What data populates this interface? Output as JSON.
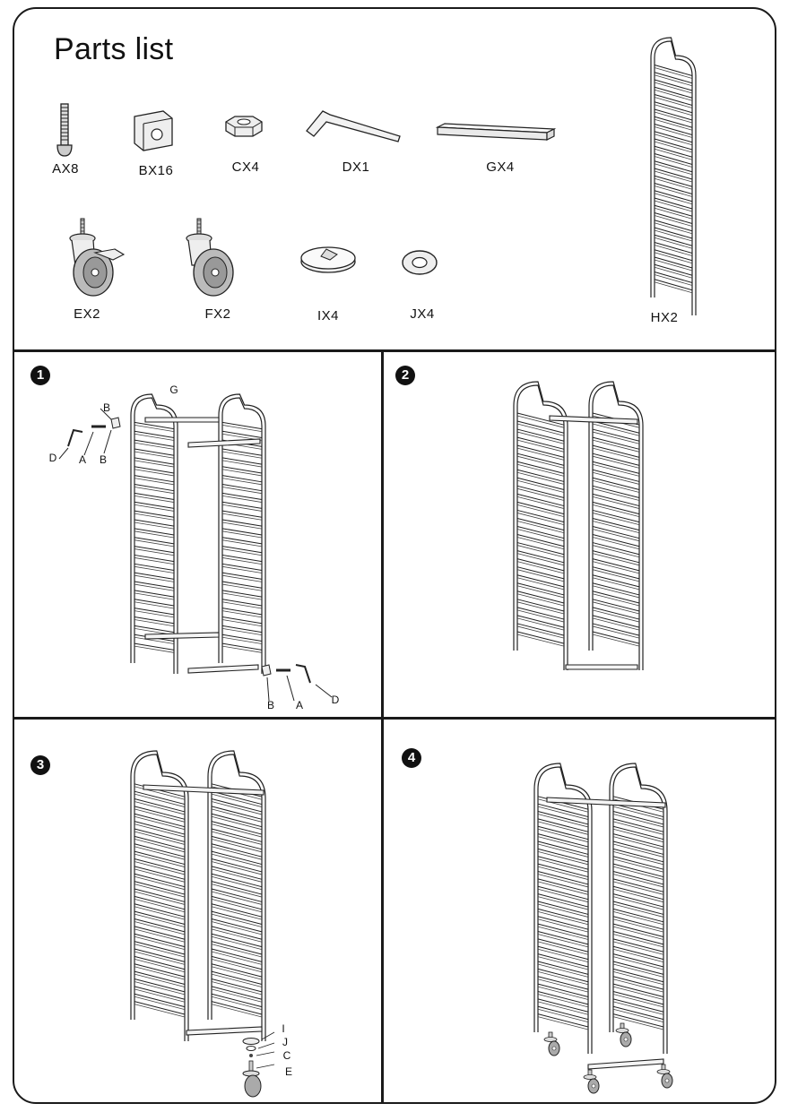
{
  "title": "Parts list",
  "parts": {
    "A": "AX8",
    "B": "BX16",
    "C": "CX4",
    "D": "DX1",
    "G": "GX4",
    "E": "EX2",
    "F": "FX2",
    "I": "IX4",
    "J": "JX4",
    "H": "HX2"
  },
  "steps": [
    "1",
    "2",
    "3",
    "4"
  ],
  "step1_callouts": {
    "G": "G",
    "B_top": "B",
    "D_left": "D",
    "A_left": "A",
    "B_left": "B",
    "B_right": "B",
    "A_right": "A",
    "D_right": "D"
  },
  "step3_callouts": {
    "I": "I",
    "J": "J",
    "C": "C",
    "E": "E"
  }
}
